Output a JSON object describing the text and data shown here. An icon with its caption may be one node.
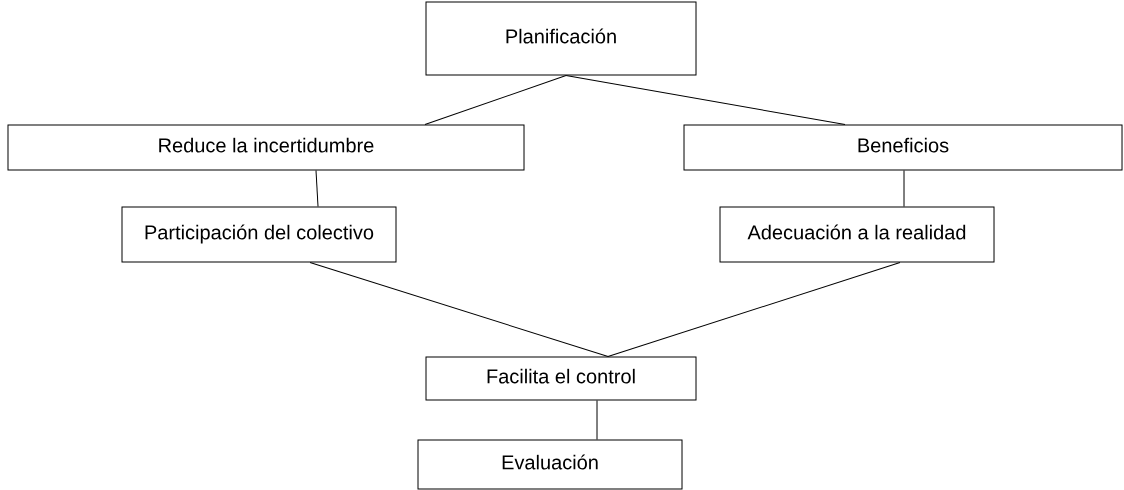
{
  "diagram": {
    "nodes": [
      {
        "text": [
          "Planificación"
        ]
      },
      {
        "text": [
          "Reduce la incertidumbre"
        ]
      },
      {
        "text": [
          "Beneficios"
        ]
      },
      {
        "text": [
          "Participación del colectivo"
        ]
      },
      {
        "text": [
          "Adecuación a la realidad"
        ]
      },
      {
        "text": [
          "Facilita el control"
        ]
      },
      {
        "text": [
          "Evaluación"
        ]
      }
    ],
    "edges": [
      {
        "from": 0,
        "to": 1,
        "arrow": "none"
      },
      {
        "from": 0,
        "to": 2,
        "arrow": "none"
      },
      {
        "from": 1,
        "to": 3,
        "arrow": "none"
      },
      {
        "from": 2,
        "to": 4,
        "arrow": "none"
      },
      {
        "from": 3,
        "to": 5,
        "arrow": "none"
      },
      {
        "from": 4,
        "to": 5,
        "arrow": "none"
      },
      {
        "from": 5,
        "to": 6,
        "arrow": "none"
      }
    ]
  }
}
